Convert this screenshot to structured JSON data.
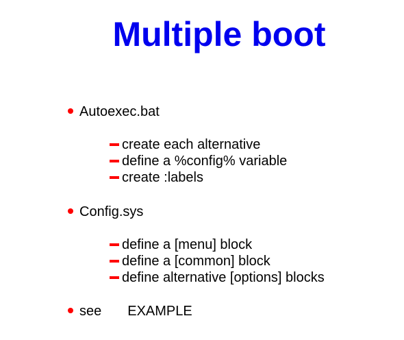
{
  "slide": {
    "title": "Multiple boot",
    "sections": [
      {
        "label": "Autoexec.bat",
        "items": [
          "create each alternative",
          "define a  %config% variable",
          "create :labels"
        ]
      },
      {
        "label": "Config.sys",
        "items": [
          "define a [menu] block",
          "define a [common] block",
          "define alternative [options] blocks"
        ]
      }
    ],
    "see": {
      "label": "see",
      "target": "EXAMPLE"
    }
  },
  "colors": {
    "title": "#0000ee",
    "bullet": "#ff0000",
    "text": "#000000",
    "background": "#ffffff"
  }
}
